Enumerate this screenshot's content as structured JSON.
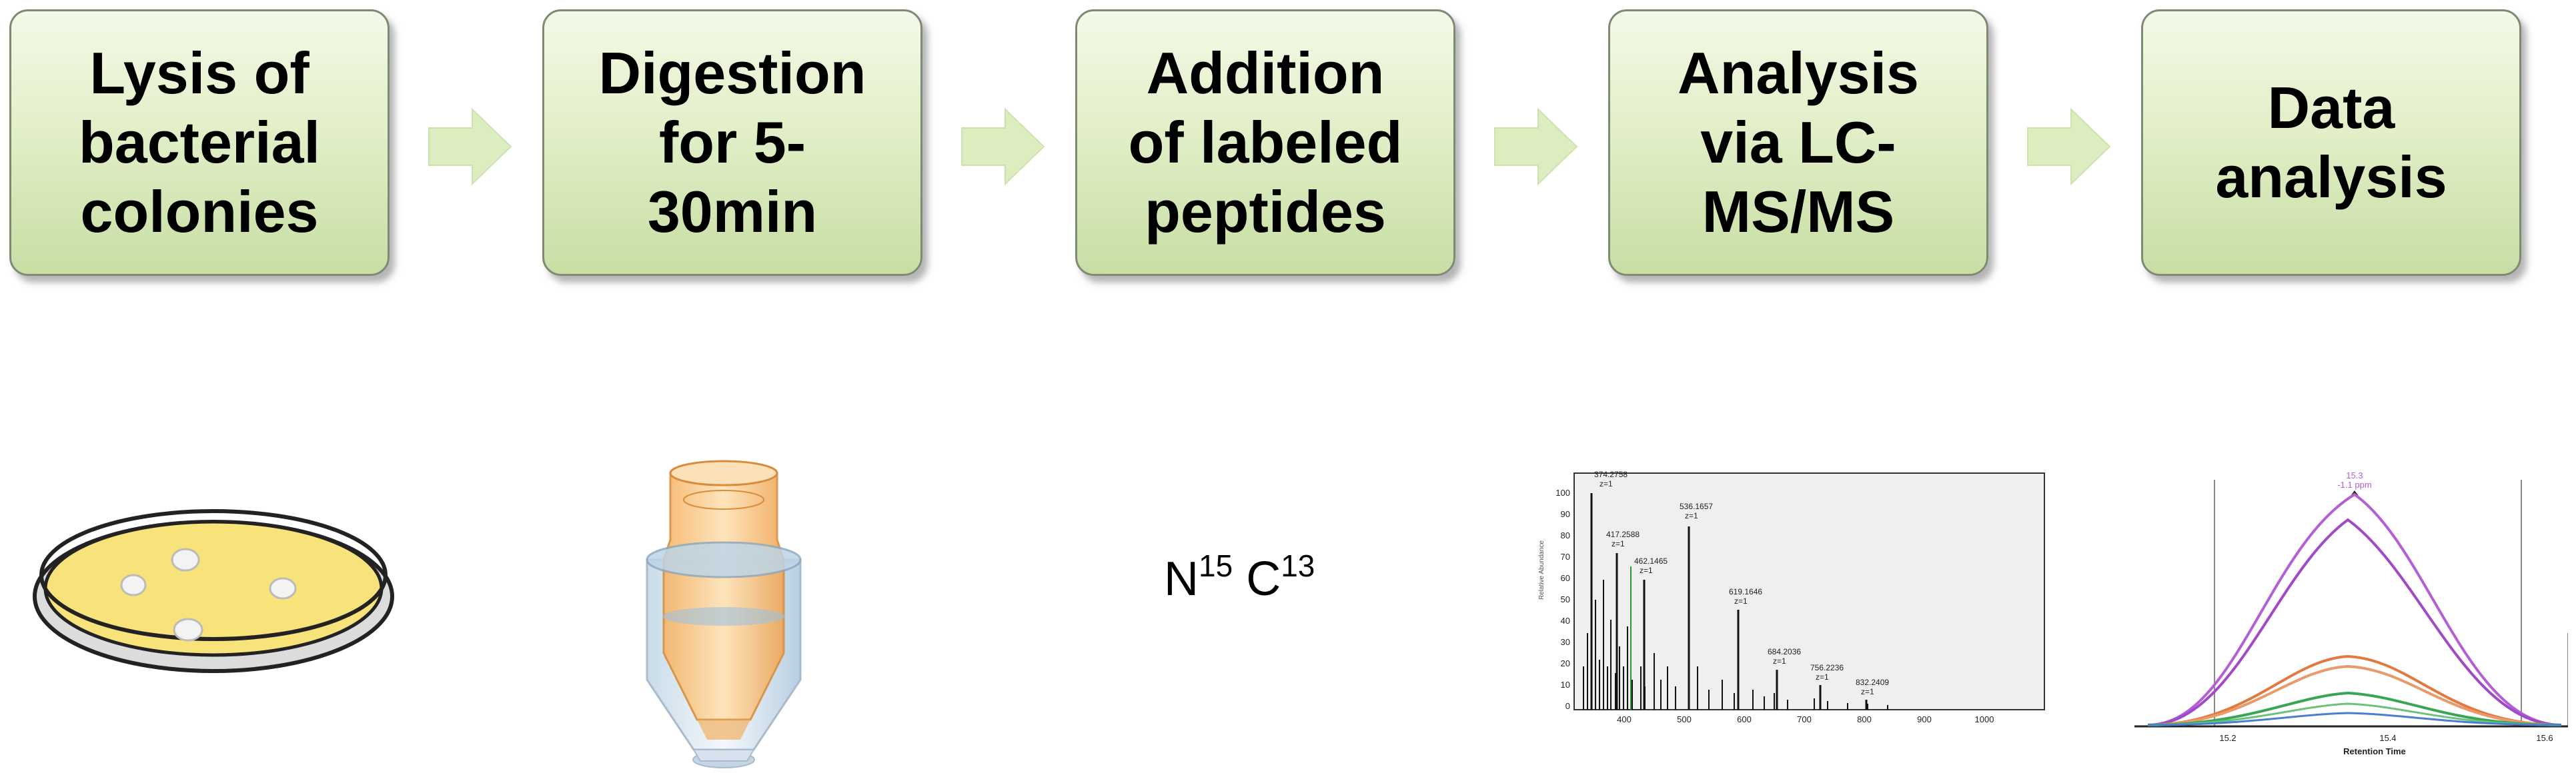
{
  "steps": [
    {
      "line1": "Lysis of",
      "line2": "bacterial",
      "line3": "colonies"
    },
    {
      "line1": "Digestion",
      "line2": "for 5-",
      "line3": "30min"
    },
    {
      "line1": "Addition",
      "line2": "of labeled",
      "line3": "peptides"
    },
    {
      "line1": "Analysis",
      "line2": "via LC-",
      "line3": "MS/MS"
    },
    {
      "line1": "Data",
      "line2": "analysis"
    }
  ],
  "icons": [
    "petri-dish-icon",
    "spin-column-icon",
    "mass-spectrum-icon",
    "chromatogram-icon"
  ],
  "formula": {
    "n": "N",
    "n_mass": "15",
    "c": "C",
    "c_mass": "13"
  },
  "spectrum": {
    "y_ticks": [
      "100",
      "90",
      "80",
      "70",
      "60",
      "50",
      "40",
      "30",
      "20",
      "10",
      "0"
    ],
    "x_ticks": [
      "400",
      "500",
      "600",
      "700",
      "800",
      "900",
      "1000"
    ],
    "peaks": [
      {
        "mz": "374.2758",
        "z": "z=1"
      },
      {
        "mz": "417.2588",
        "z": "z=1"
      },
      {
        "mz": "462.1465",
        "z": "z=1"
      },
      {
        "mz": "536.1657",
        "z": "z=1"
      },
      {
        "mz": "619.1646",
        "z": "z=1"
      },
      {
        "mz": "684.2036",
        "z": "z=1"
      },
      {
        "mz": "756.2236",
        "z": "z=1"
      },
      {
        "mz": "832.2409",
        "z": "z=1"
      }
    ]
  },
  "chromatogram": {
    "peak_label": "15.3",
    "ppm_label": "-1.1 ppm",
    "x_ticks": [
      "15.2",
      "15.4",
      "15.6"
    ],
    "x_label": "Retention Time"
  },
  "colors": {
    "box_fill_top": "#f4f9e8",
    "box_fill_bottom": "#c8dea4",
    "box_border": "#7f8a74",
    "arrow": "#dcedc0",
    "dish_fill": "#f8e27a",
    "column_orange": "#f3c27e",
    "column_blue": "#bcd5e8",
    "purple": "#b35fd6",
    "orange": "#e07a40",
    "green": "#3aa655"
  }
}
